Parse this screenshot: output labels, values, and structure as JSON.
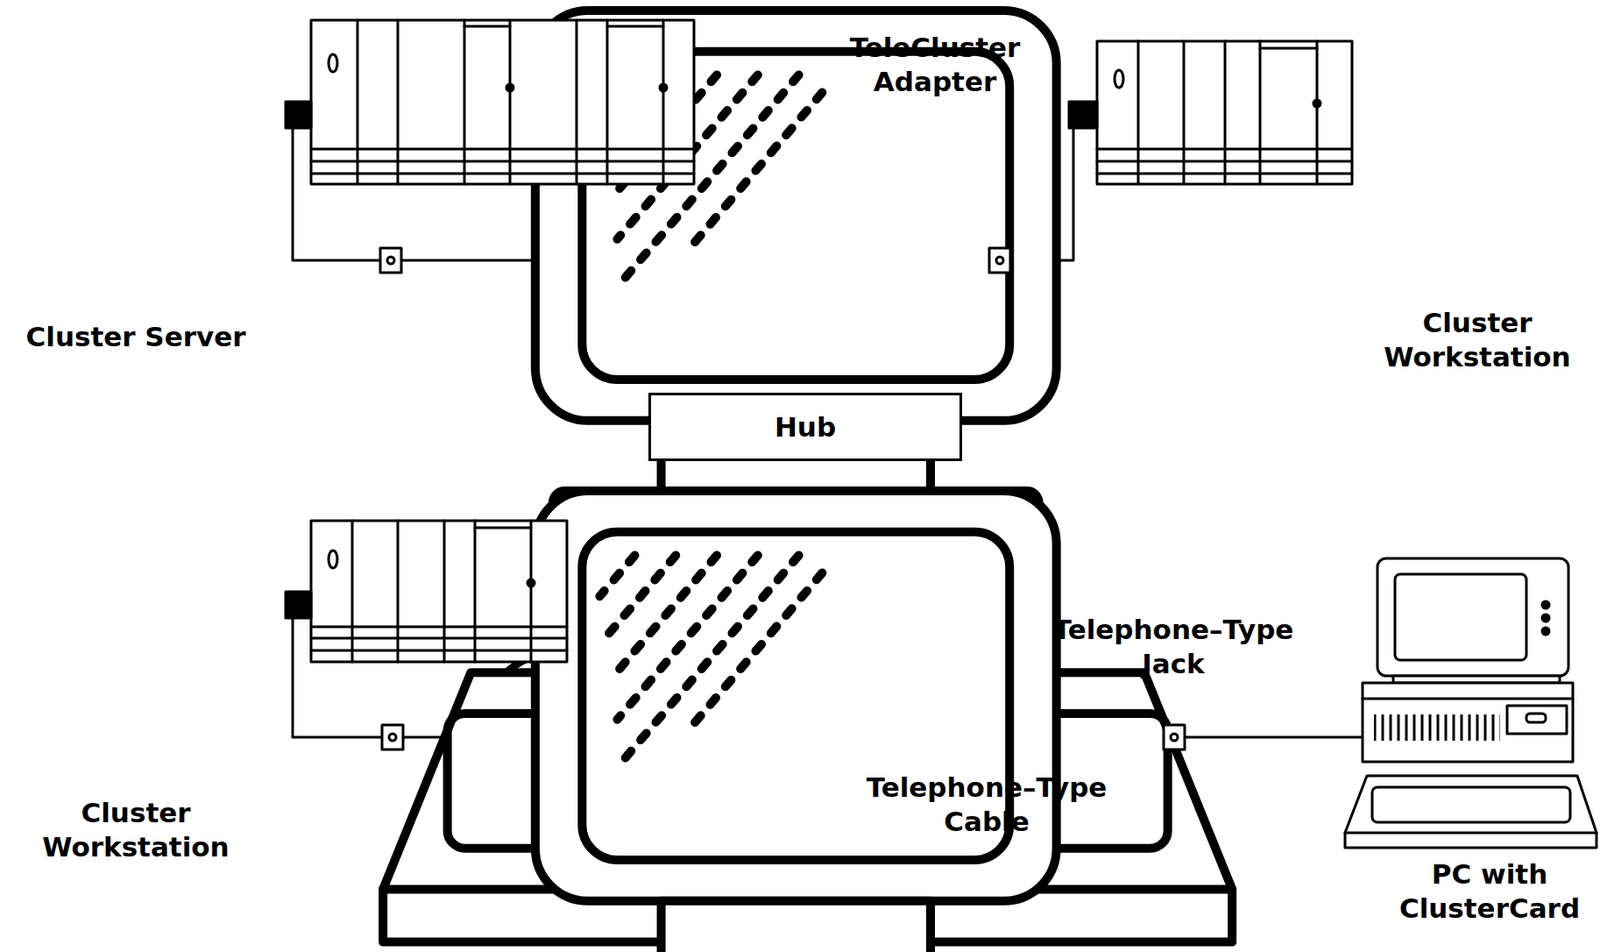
{
  "diagram": {
    "nodes": [
      {
        "text": [
          "Cluster Server"
        ]
      },
      {
        "text": [
          "Cluster Workstation"
        ]
      },
      {
        "text": [
          "Hub"
        ]
      },
      {
        "text": [
          "Cluster Workstation"
        ]
      },
      {
        "text": [
          "PC with ClusterCard"
        ]
      }
    ],
    "edges": [
      {
        "from": 2,
        "to": 0,
        "arrow": "none"
      },
      {
        "from": 2,
        "to": 1,
        "arrow": "none"
      },
      {
        "from": 2,
        "to": 3,
        "arrow": "none"
      },
      {
        "from": 2,
        "to": 4,
        "arrow": "none"
      }
    ],
    "labels": [
      "TeleCluster Adapter",
      "Telephone–Type Jack",
      "Telephone–Type Cable"
    ]
  }
}
